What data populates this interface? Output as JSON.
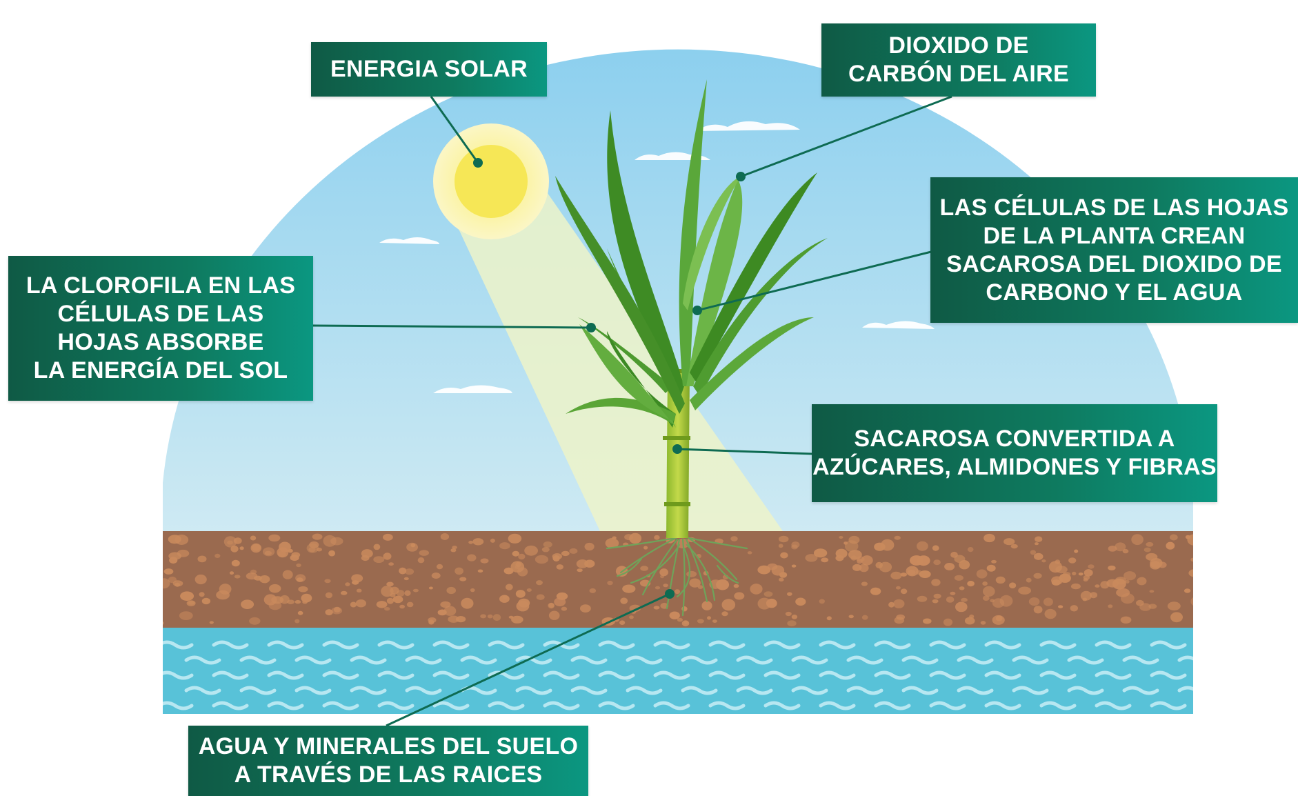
{
  "labels": {
    "energia_solar": "ENERGIA SOLAR",
    "dioxido_carbon": "DIOXIDO DE\nCARBÓN DEL AIRE",
    "celulas_sacarosa": "LAS CÉLULAS DE LAS HOJAS\nDE LA PLANTA CREAN\nSACAROSA DEL DIOXIDO DE\nCARBONO Y EL AGUA",
    "clorofila": "LA CLOROFILA EN LAS\nCÉLULAS DE LAS\nHOJAS ABSORBE\nLA ENERGÍA DEL SOL",
    "sacarosa_convertida": "SACAROSA CONVERTIDA A\nAZÚCARES, ALMIDONES Y FIBRAS",
    "agua_minerales": "AGUA Y MINERALES DEL SUELO\nA TRAVÉS DE LAS RAICES"
  },
  "colors": {
    "label_dark": "#0f5a45",
    "label_light": "#0b9781",
    "sky_top": "#8fd3ef",
    "sky_bottom": "#cbe9f2",
    "soil": "#9a6a4f",
    "soil_pebble": "#c98a5d",
    "water": "#58c2d8",
    "sun": "#f6e756",
    "plant_green": "#3f8f2a"
  }
}
